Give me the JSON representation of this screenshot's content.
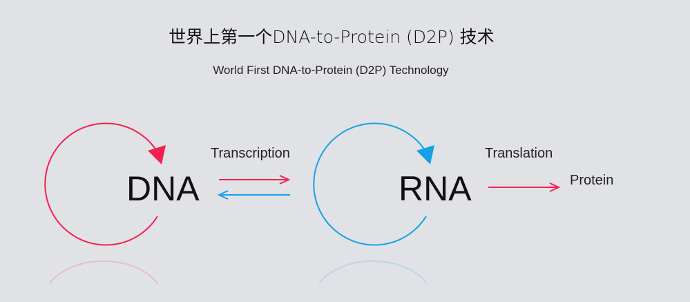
{
  "header": {
    "title": "世界上第一个DNA-to-Protein (D2P) 技术",
    "subtitle": "World First DNA-to-Protein (D2P) Technology"
  },
  "diagram": {
    "nodes": {
      "dna": "DNA",
      "rna": "RNA",
      "protein": "Protein"
    },
    "edges": {
      "transcription": "Transcription",
      "translation": "Translation"
    },
    "colors": {
      "red": "#f5204f",
      "blue": "#16a0e6",
      "background": "#e1e2e6"
    }
  }
}
